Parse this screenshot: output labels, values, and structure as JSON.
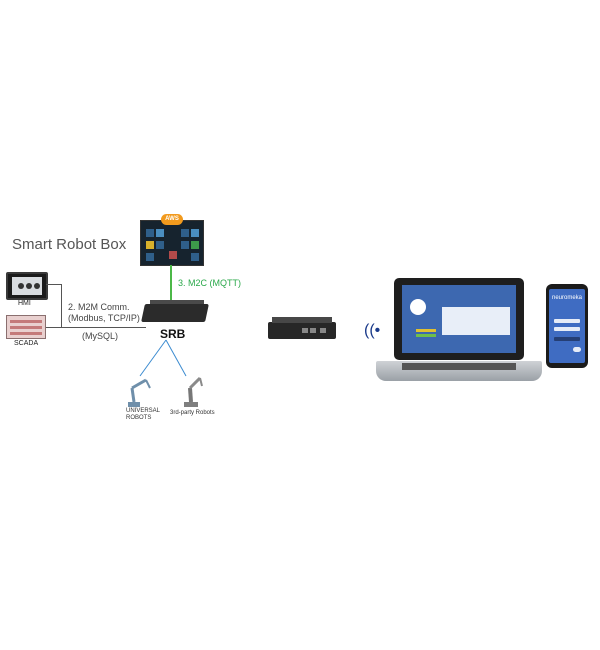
{
  "title": "Smart Robot Box",
  "hmi_label": "HMI",
  "scada_label": "SCADA",
  "m2m_label_1": "2. M2M Comm.",
  "m2m_label_2": "(Modbus, TCP/IP)",
  "mysql_label": "(MySQL)",
  "m2c_label": "3. M2C (MQTT)",
  "srb_label": "SRB",
  "cloud_badge": "AWS",
  "ur_label_1": "UNIVERSAL",
  "ur_label_2": "ROBOTS",
  "third_party_label": "3rd-party Robots",
  "phone_brand": "neuromeka",
  "colors": {
    "mqtt_line": "#4cb848",
    "brand_blue": "#3d68b0",
    "aws_orange": "#f29a1d"
  }
}
